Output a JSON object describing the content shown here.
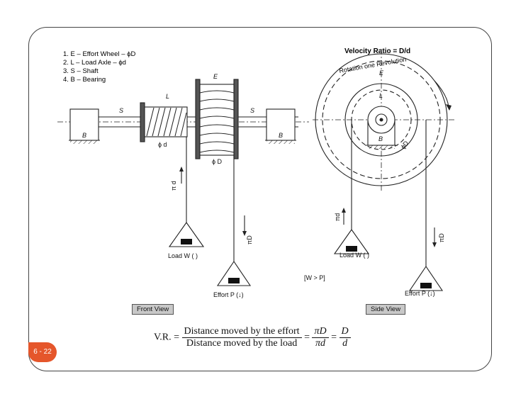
{
  "legend": [
    "1. E – Effort Wheel – ϕD",
    "2. L – Load Axle – ϕd",
    "3. S – Shaft",
    "4. B – Bearing"
  ],
  "velocity_ratio_title": "Velocity Ratio = D/d",
  "rotation_label": "Rotation one Revolution",
  "front_view": {
    "shaft_label": "S",
    "bearing_label": "B",
    "axle_label": "L",
    "wheel_label": "E",
    "axle_dia": "ϕ d",
    "wheel_dia": "ϕ D",
    "load_move": "π d",
    "effort_move": "πD",
    "load_text": "Load W ( )",
    "effort_text": "Effort P (↓)",
    "tag": "Front View"
  },
  "side_view": {
    "wheel_label": "E",
    "axle_label": "L",
    "bearing_label": "B",
    "wheel_dia": "ϕD",
    "load_move": "πd",
    "effort_move": "πD",
    "load_text": "Load W ( )",
    "effort_text": "Effort P (↓)",
    "tag": "Side View"
  },
  "condition": "[W > P]",
  "formula": {
    "lhs": "V.R. =",
    "numerator": "Distance moved by the effort",
    "denominator": "Distance moved by the load",
    "eq1": "=",
    "frac2_num": "πD",
    "frac2_den": "πd",
    "eq2": "=",
    "frac3_num": "D",
    "frac3_den": "d"
  },
  "page_number": "6 - 22"
}
